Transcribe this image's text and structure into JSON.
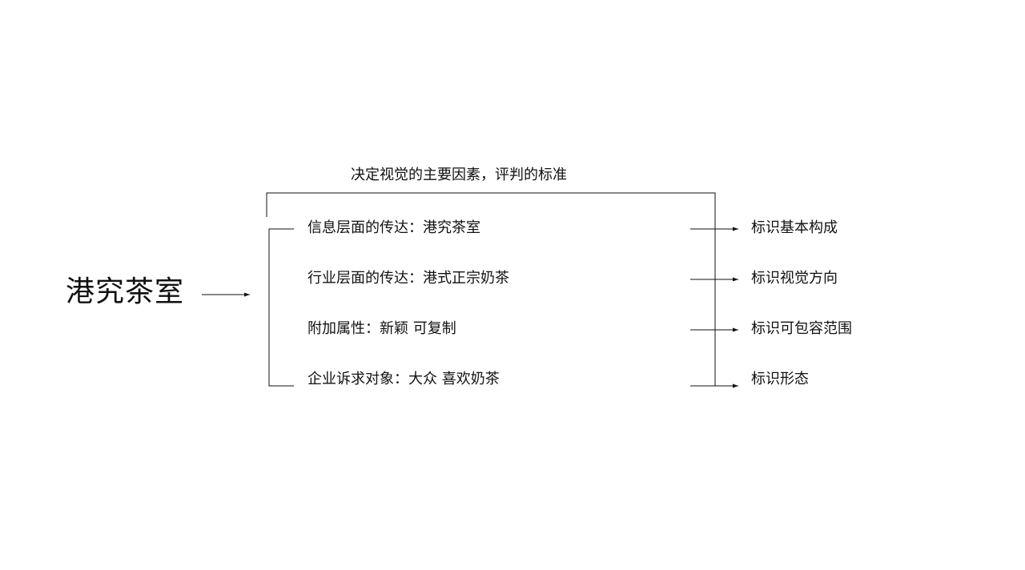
{
  "brand": {
    "name": "港究茶室"
  },
  "header": {
    "title": "决定视觉的主要因素，评判的标准"
  },
  "factors": [
    {
      "label": "信息层面的传达：港究茶室"
    },
    {
      "label": "行业层面的传达：港式正宗奶茶"
    },
    {
      "label": "附加属性：新颖   可复制"
    },
    {
      "label": "企业诉求对象：大众   喜欢奶茶"
    }
  ],
  "outcomes": [
    {
      "label": "标识基本构成"
    },
    {
      "label": "标识视觉方向"
    },
    {
      "label": "标识可包容范围"
    },
    {
      "label": "标识形态"
    }
  ],
  "colors": {
    "line": "#111111",
    "text": "#111111",
    "background": "#ffffff"
  }
}
